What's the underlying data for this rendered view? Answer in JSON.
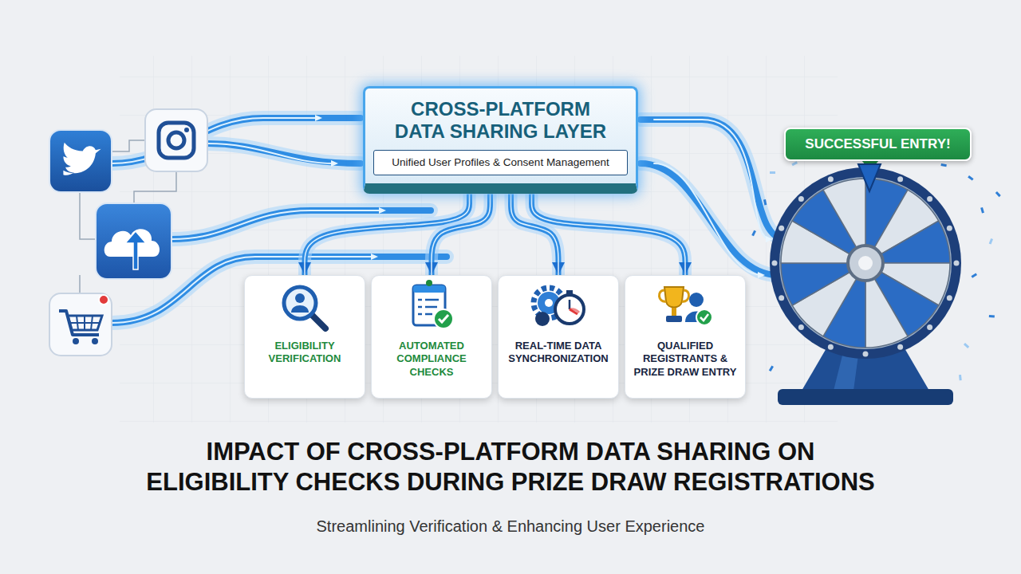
{
  "diagram": {
    "title": "IMPACT OF CROSS-PLATFORM DATA SHARING ON ELIGIBILITY CHECKS DURING PRIZE DRAW REGISTRATIONS",
    "caption": "Streamlining Verification & Enhancing User Experience",
    "nodes": [
      {
        "text": [
          "CROSS-PLATFORM DATA SHARING LAYER",
          "Unified User Profiles & Consent Management"
        ]
      },
      {
        "text": [
          "ELIGIBILITY VERIFICATION"
        ]
      },
      {
        "text": [
          "AUTOMATED COMPLIANCE CHECKS"
        ]
      },
      {
        "text": [
          "REAL-TIME DATA SYNCHRONIZATION"
        ]
      },
      {
        "text": [
          "QUALIFIED REGISTRANTS & PRIZE DRAW ENTRY"
        ]
      },
      {
        "text": [
          "SUCCESSFUL ENTRY!"
        ]
      }
    ],
    "edges": [
      {
        "from": 0,
        "to": 1,
        "arrow": "to"
      },
      {
        "from": 0,
        "to": 2,
        "arrow": "to"
      },
      {
        "from": 0,
        "to": 3,
        "arrow": "to"
      },
      {
        "from": 0,
        "to": 4,
        "arrow": "to"
      }
    ]
  }
}
